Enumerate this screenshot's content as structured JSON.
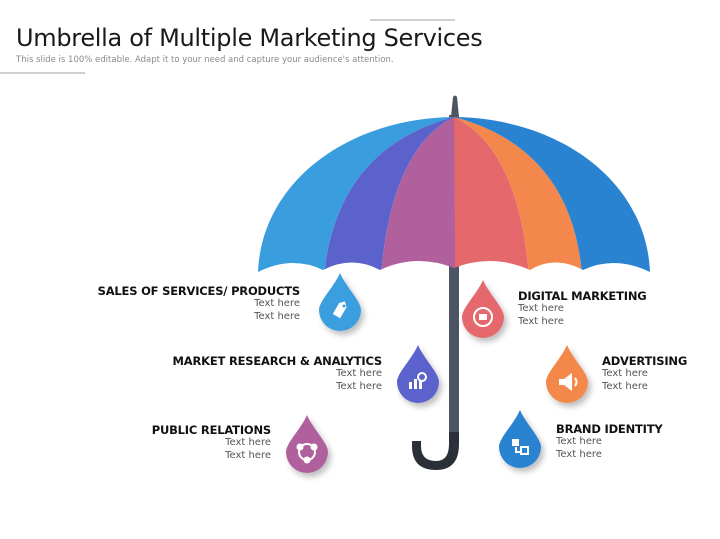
{
  "header": {
    "title": "Umbrella of Multiple Marketing Services",
    "subtitle": "This slide is 100% editable. Adapt it to your need and capture your audience's attention."
  },
  "umbrella": {
    "panel_colors": [
      "#3a9ede",
      "#5b62cc",
      "#b0609d",
      "#e5686c",
      "#f4884c",
      "#2a83d0"
    ],
    "shaft_color": "#4b5464",
    "handle_color": "#2b2f38"
  },
  "services": [
    {
      "title": "SALES OF SERVICES/ PRODUCTS",
      "line1": "Text here",
      "line2": "Text here",
      "icon": "price-tag-icon",
      "color": "#3a9ede"
    },
    {
      "title": "MARKET RESEARCH & ANALYTICS",
      "line1": "Text here",
      "line2": "Text here",
      "icon": "analytics-chart-icon",
      "color": "#5b62cc"
    },
    {
      "title": "PUBLIC RELATIONS",
      "line1": "Text here",
      "line2": "Text here",
      "icon": "people-network-icon",
      "color": "#b0609d"
    },
    {
      "title": "DIGITAL MARKETING",
      "line1": "Text here",
      "line2": "Text here",
      "icon": "digital-cycle-icon",
      "color": "#e5686c"
    },
    {
      "title": "ADVERTISING",
      "line1": "Text here",
      "line2": "Text here",
      "icon": "megaphone-icon",
      "color": "#f4884c"
    },
    {
      "title": "BRAND IDENTITY",
      "line1": "Text here",
      "line2": "Text here",
      "icon": "brand-boxes-icon",
      "color": "#2a83d0"
    }
  ]
}
